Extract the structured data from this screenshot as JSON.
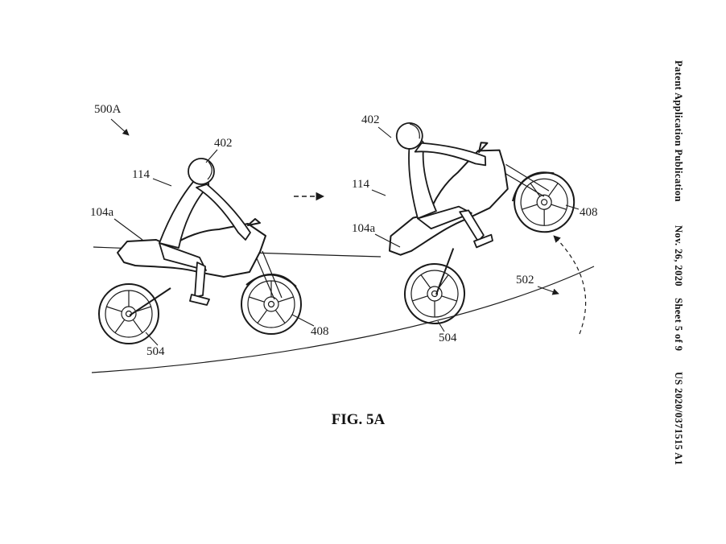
{
  "sidebar": {
    "publication": "Patent Application Publication",
    "date_sheet": "Nov. 26, 2020    Sheet 5 of 9",
    "doc_number": "US 2020/0371515 A1"
  },
  "figure": {
    "caption": "FIG. 5A",
    "assembly": "500A",
    "flip_ref": "502",
    "left_bike": {
      "helmet": "402",
      "rider_jacket": "114",
      "motorcycle": "104a",
      "front_wheel": "408",
      "rear_wheel": "504"
    },
    "right_bike": {
      "helmet": "402",
      "rider_jacket": "114",
      "motorcycle": "104a",
      "front_wheel": "408",
      "rear_wheel": "504"
    }
  }
}
